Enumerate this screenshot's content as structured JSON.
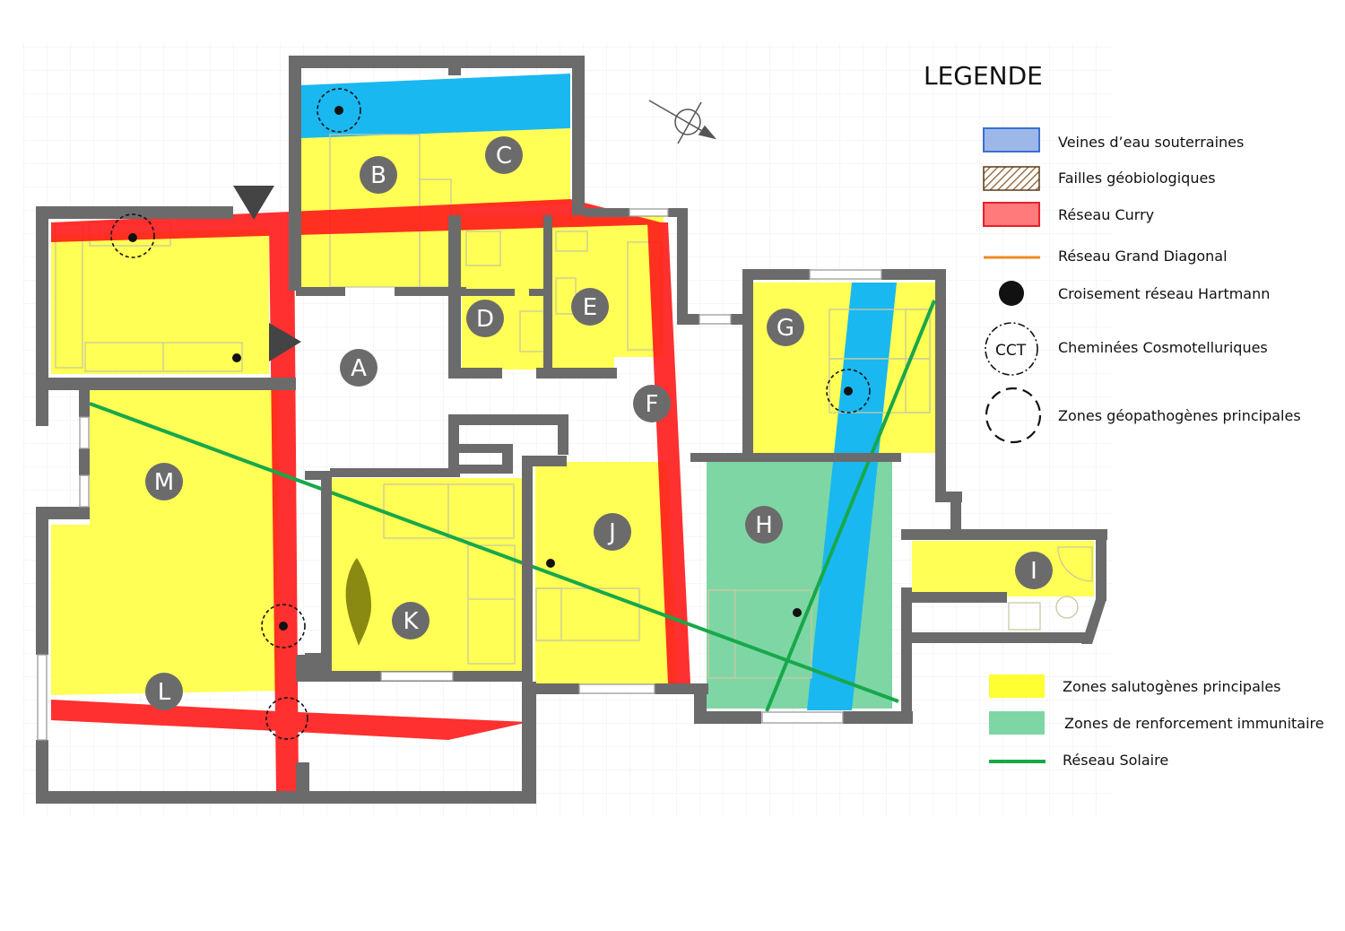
{
  "legend": {
    "title": "LEGENDE",
    "items": [
      {
        "key": "veines",
        "label": "Veines d’eau souterraines",
        "color": "#9db8e8",
        "border": "#3b6fd0",
        "symbol": "swatch"
      },
      {
        "key": "failles",
        "label": "Failles géobiologiques",
        "color": "#a5773e",
        "symbol": "hatch"
      },
      {
        "key": "curry",
        "label": "Réseau Curry",
        "color": "#ff7a7a",
        "border": "#e8202a",
        "symbol": "swatch"
      },
      {
        "key": "grand-diagonal",
        "label": "Réseau Grand Diagonal",
        "color": "#f08a24",
        "symbol": "line"
      },
      {
        "key": "hartmann",
        "label": "Croisement réseau Hartmann",
        "color": "#111111",
        "symbol": "dot"
      },
      {
        "key": "cct",
        "label": "Cheminées Cosmotelluriques",
        "symbol": "cct",
        "symbol_text": "CCT"
      },
      {
        "key": "zones-geo",
        "label": "Zones géopathogènes principales",
        "symbol": "dashed-circle"
      }
    ],
    "items2": [
      {
        "key": "salutogenes",
        "label": "Zones salutogènes principales",
        "color": "#ffff33",
        "symbol": "swatch"
      },
      {
        "key": "renforcement",
        "label": "Zones de renforcement immunitaire",
        "color": "#7ed6a5",
        "symbol": "swatch"
      },
      {
        "key": "solaire",
        "label": "Réseau Solaire",
        "color": "#17a84a",
        "symbol": "line"
      }
    ]
  },
  "rooms": [
    {
      "id": "A",
      "label": "A"
    },
    {
      "id": "B",
      "label": "B"
    },
    {
      "id": "C",
      "label": "C"
    },
    {
      "id": "D",
      "label": "D"
    },
    {
      "id": "E",
      "label": "E"
    },
    {
      "id": "F",
      "label": "F"
    },
    {
      "id": "G",
      "label": "G"
    },
    {
      "id": "H",
      "label": "H"
    },
    {
      "id": "I",
      "label": "I"
    },
    {
      "id": "J",
      "label": "J"
    },
    {
      "id": "K",
      "label": "K"
    },
    {
      "id": "L",
      "label": "L"
    },
    {
      "id": "M",
      "label": "M"
    }
  ],
  "colors": {
    "wall": "#6b6b6b",
    "yellow": "#ffff55",
    "blue": "#1ab8f0",
    "red": "#ff1a1a",
    "green_zone": "#7ed6a5",
    "green_line": "#17a84a",
    "label_circle": "#6b6b6b",
    "furniture": "#c9c9a0"
  },
  "icons": {
    "compass": "compass-icon",
    "entrance": "entrance-arrow-icon"
  }
}
